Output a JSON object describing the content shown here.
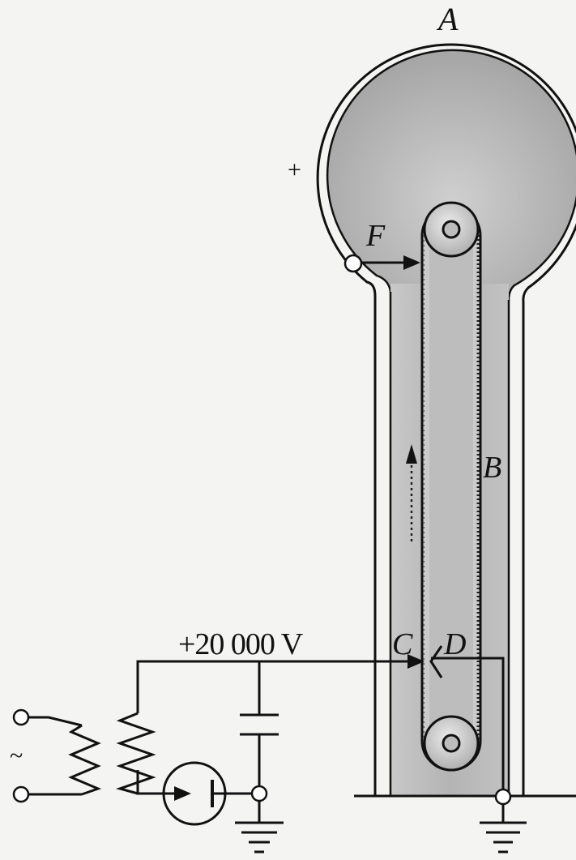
{
  "labels": {
    "dome": "A",
    "belt": "B",
    "comb_lower": "C",
    "comb_collector": "D",
    "comb_upper": "F",
    "dome_charge": "+",
    "supply_voltage": "+20 000 V",
    "ac_source": "~"
  },
  "colors": {
    "ink": "#111111",
    "dome_fill": "#b8b8b8",
    "column_fill": "#bdbdbd",
    "belt_fill": "#cfcfcf",
    "background": "#f4f4f2"
  }
}
